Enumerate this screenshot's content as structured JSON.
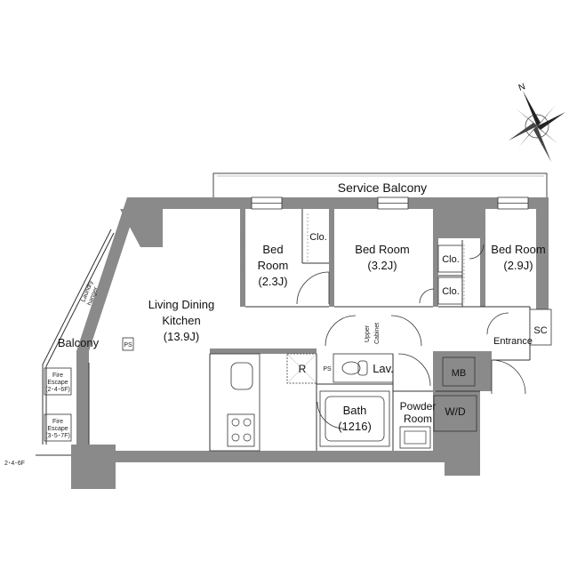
{
  "compass": {
    "north": "N"
  },
  "rooms": {
    "service_balcony": "Service Balcony",
    "bed1_name": "Bed",
    "bed1_name2": "Room",
    "bed1_size": "(2.3J)",
    "bed2_name": "Bed Room",
    "bed2_size": "(3.2J)",
    "bed3_name": "Bed Room",
    "bed3_size": "(2.9J)",
    "ldk_name": "Living Dining",
    "ldk_name2": "Kitchen",
    "ldk_size": "(13.9J)",
    "balcony": "Balcony",
    "bath_name": "Bath",
    "bath_size": "(1216)",
    "powder1": "Powder",
    "powder2": "Room",
    "entrance": "Entrance"
  },
  "fixtures": {
    "clo_bed1": "Clo.",
    "clo_bed3a": "Clo.",
    "clo_bed3b": "Clo.",
    "sc": "SC",
    "mb": "MB",
    "wd": "W/D",
    "lav": "Lav.",
    "r": "R",
    "ps1": "PS",
    "ps2": "PS",
    "upper_cabinet1": "Upper",
    "upper_cabinet2": "Cabinet",
    "laundry1": "Laundry",
    "laundry2": "hanger",
    "fire1_line1": "Fire",
    "fire1_line2": "Escape",
    "fire1_line3": "(2･4･6F)",
    "fire2_line1": "Fire",
    "fire2_line2": "Escape",
    "fire2_line3": "(3･5･7F)",
    "floor_note": "2･4･6F"
  }
}
